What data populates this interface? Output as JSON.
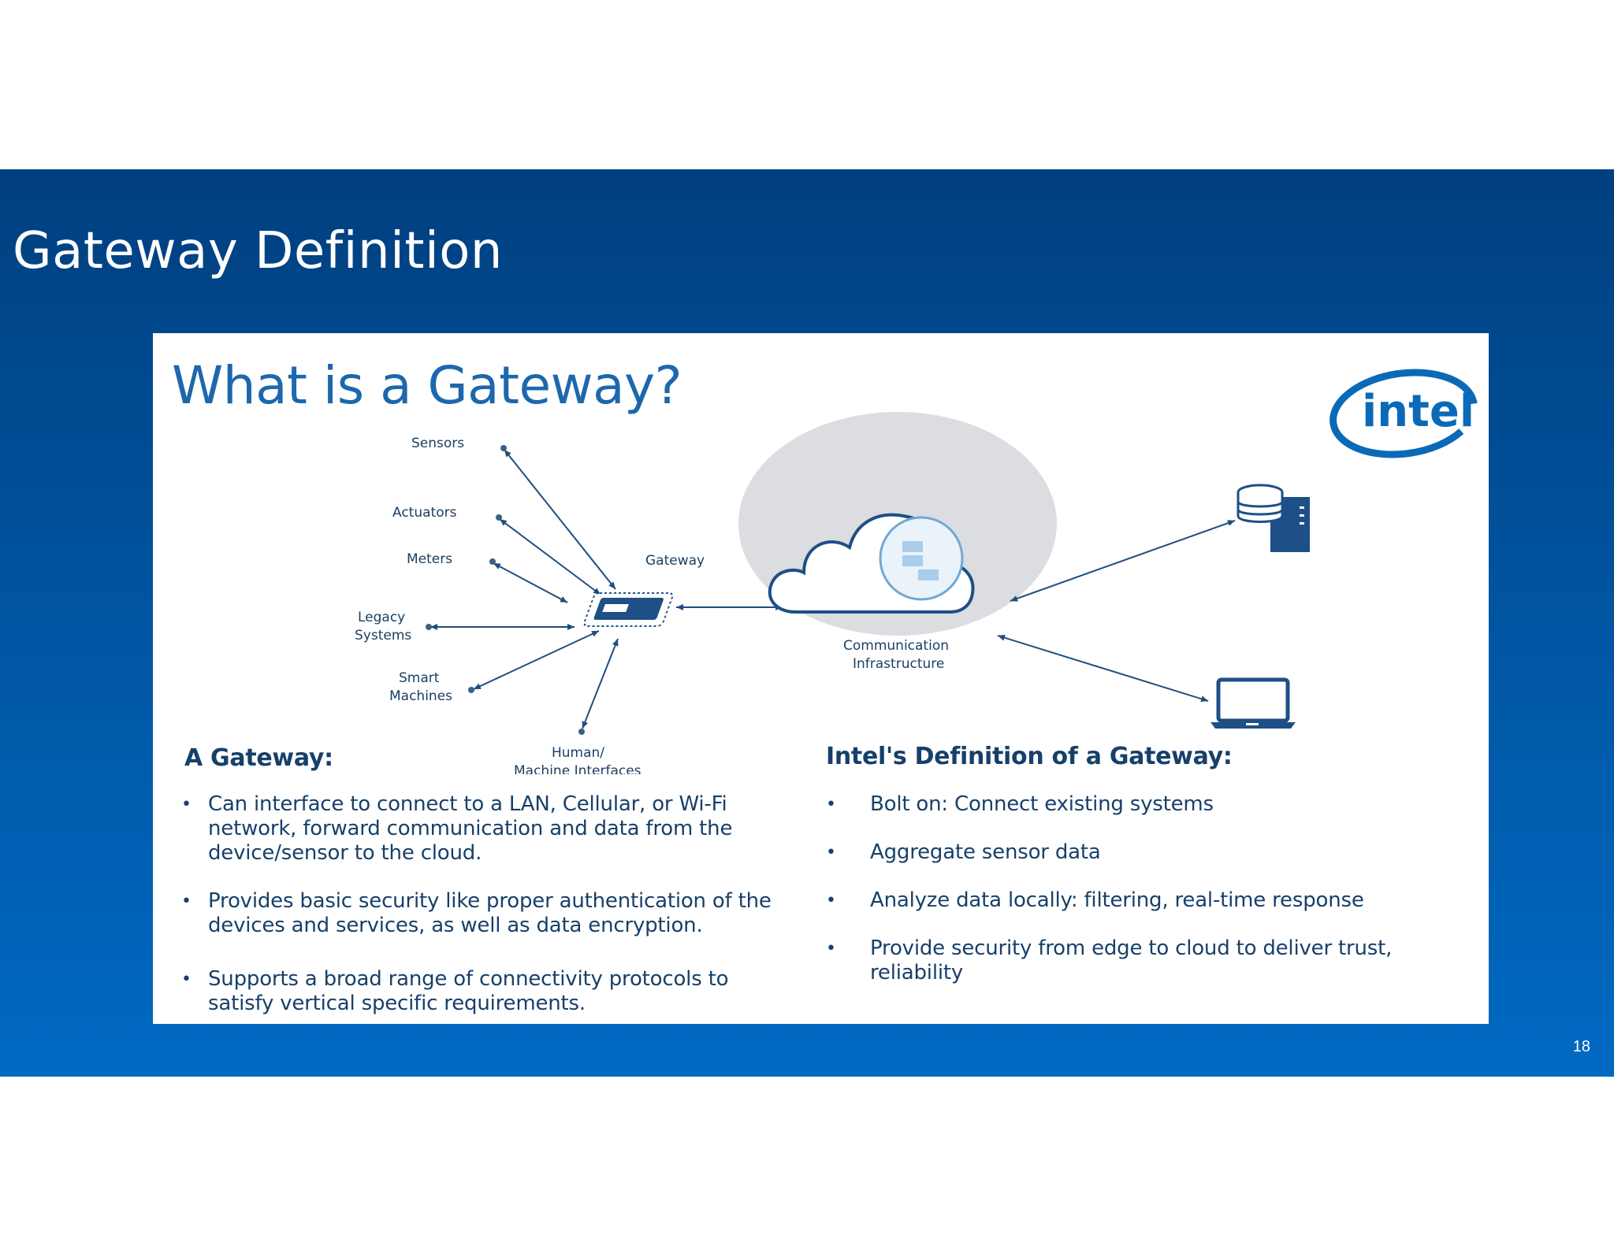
{
  "slide": {
    "title": "Gateway Definition",
    "page_number": "18"
  },
  "panel": {
    "heading": "What is a Gateway?",
    "logo_text": "intel",
    "colors": {
      "slide_band_top": "#003f7f",
      "slide_band_bottom": "#006ac3",
      "heading_blue": "#1d67ad",
      "text_navy": "#17406a",
      "cloud_halo": "#d9dbe0",
      "device_blue": "#1e4f86"
    },
    "diagram": {
      "labels": {
        "sensors": "Sensors",
        "actuators": "Actuators",
        "meters": "Meters",
        "legacy_1": "Legacy",
        "legacy_2": "Systems",
        "smart_1": "Smart",
        "smart_2": "Machines",
        "hmi_1": "Human/",
        "hmi_2": "Machine Interfaces",
        "gateway": "Gateway",
        "comm_1": "Communication",
        "comm_2": "Infrastructure"
      },
      "icons": [
        "gateway-device-icon",
        "cloud-icon",
        "database-server-icon",
        "laptop-icon"
      ]
    },
    "left_column": {
      "title": "A Gateway:",
      "bullets": [
        "Can interface to connect to a LAN, Cellular, or Wi-Fi network, forward communication and data from the device/sensor to the cloud.",
        "Provides basic security like proper authentication of the devices and services, as well as data encryption.",
        "Supports a broad range of connectivity protocols to satisfy vertical specific requirements."
      ]
    },
    "right_column": {
      "title": "Intel's Definition of a Gateway:",
      "bullets": [
        "Bolt on: Connect existing systems",
        "Aggregate sensor data",
        "Analyze data locally: filtering, real-time response",
        "Provide security from edge to cloud to deliver trust, reliability"
      ]
    }
  }
}
